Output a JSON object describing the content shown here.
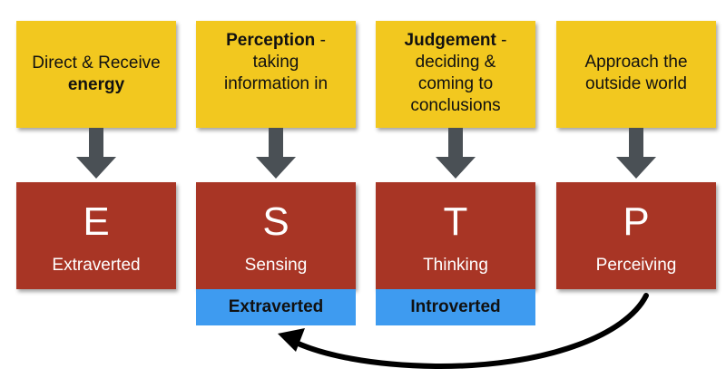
{
  "columns": [
    {
      "question": {
        "lines": [
          {
            "plain": "Direct & Receive"
          },
          {
            "bold": "energy"
          }
        ]
      },
      "letter": "E",
      "type_name": "Extraverted",
      "orientation": ""
    },
    {
      "question": {
        "lines": [
          {
            "bold": "Perception",
            "plain": " -"
          },
          {
            "plain": "taking"
          },
          {
            "plain": "information in"
          }
        ]
      },
      "letter": "S",
      "type_name": "Sensing",
      "orientation": "Extraverted"
    },
    {
      "question": {
        "lines": [
          {
            "bold": "Judgement",
            "plain": " -"
          },
          {
            "plain": "deciding &"
          },
          {
            "plain": "coming to"
          },
          {
            "plain": "conclusions"
          }
        ]
      },
      "letter": "T",
      "type_name": "Thinking",
      "orientation": "Introverted"
    },
    {
      "question": {
        "lines": [
          {
            "plain": "Approach the"
          },
          {
            "plain": "outside world"
          }
        ]
      },
      "letter": "P",
      "type_name": "Perceiving",
      "orientation": ""
    }
  ],
  "colors": {
    "question_box": "#F2C81F",
    "type_box": "#A83525",
    "orientation_box": "#3E9BF0",
    "down_arrow": "#4A5055",
    "curved_arrow": "#000000"
  }
}
